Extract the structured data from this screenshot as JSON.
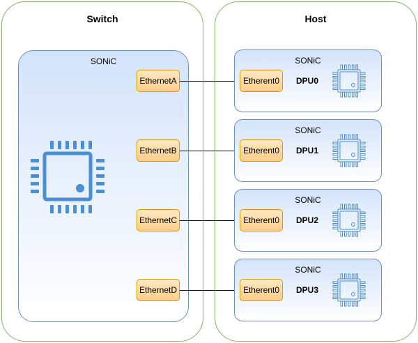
{
  "switch": {
    "title": "Switch",
    "sonic_label": "SONiC",
    "chip_icon": "processor-chip-icon",
    "ports": [
      "EthernetA",
      "EthernetB",
      "EthernetC",
      "EthernetD"
    ]
  },
  "host": {
    "title": "Host",
    "dpus": [
      {
        "sonic_label": "SONiC",
        "port": "Etherent0",
        "name": "DPU0",
        "chip_icon": "processor-chip-icon"
      },
      {
        "sonic_label": "SONiC",
        "port": "Etherent0",
        "name": "DPU1",
        "chip_icon": "processor-chip-icon"
      },
      {
        "sonic_label": "SONiC",
        "port": "Etherent0",
        "name": "DPU2",
        "chip_icon": "processor-chip-icon"
      },
      {
        "sonic_label": "SONiC",
        "port": "Etherent0",
        "name": "DPU3",
        "chip_icon": "processor-chip-icon"
      }
    ]
  },
  "colors": {
    "container_border": "#82b366",
    "sonic_border": "#6c8ebf",
    "sonic_fill": "#d4e4fb",
    "port_border": "#d79b00",
    "port_fill": "#ffcd88",
    "chip_blue": "#4a8fd6"
  }
}
